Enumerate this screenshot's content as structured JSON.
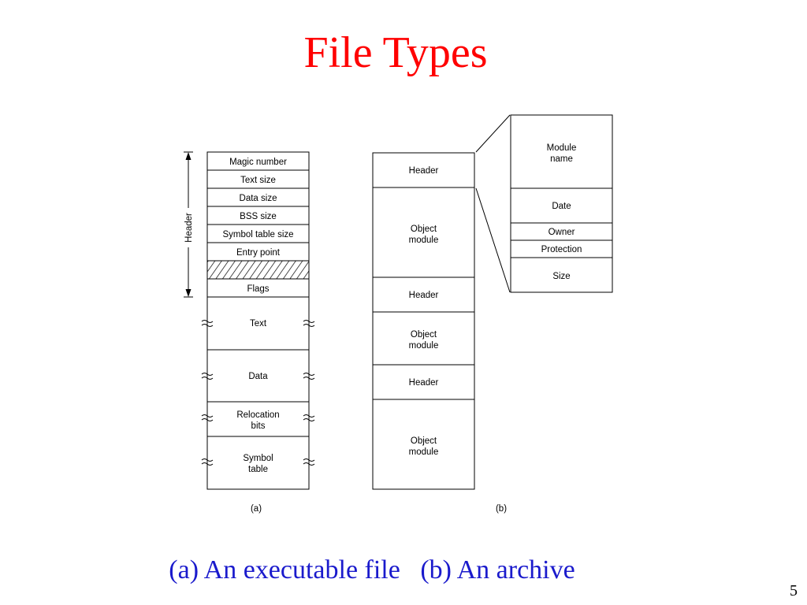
{
  "slide": {
    "title": "File Types",
    "caption": "(a) An executable file   (b) An archive",
    "page_number": "5"
  },
  "executable": {
    "header_label": "Header",
    "fields": [
      "Magic number",
      "Text size",
      "Data size",
      "BSS size",
      "Symbol table size",
      "Entry point",
      "",
      "Flags"
    ],
    "sections": [
      {
        "line1": "Text",
        "line2": ""
      },
      {
        "line1": "Data",
        "line2": ""
      },
      {
        "line1": "Relocation",
        "line2": "bits"
      },
      {
        "line1": "Symbol",
        "line2": "table"
      }
    ],
    "label": "(a)"
  },
  "archive": {
    "blocks": [
      {
        "line1": "Header",
        "line2": ""
      },
      {
        "line1": "Object",
        "line2": "module"
      },
      {
        "line1": "Header",
        "line2": ""
      },
      {
        "line1": "Object",
        "line2": "module"
      },
      {
        "line1": "Header",
        "line2": ""
      },
      {
        "line1": "Object",
        "line2": "module"
      }
    ],
    "header_detail": [
      {
        "line1": "Module",
        "line2": "name"
      },
      {
        "line1": "Date",
        "line2": ""
      },
      {
        "line1": "Owner",
        "line2": ""
      },
      {
        "line1": "Protection",
        "line2": ""
      },
      {
        "line1": "Size",
        "line2": ""
      }
    ],
    "label": "(b)"
  },
  "colors": {
    "title": "#ff0000",
    "caption": "#1a1acc",
    "lines": "#000000"
  }
}
